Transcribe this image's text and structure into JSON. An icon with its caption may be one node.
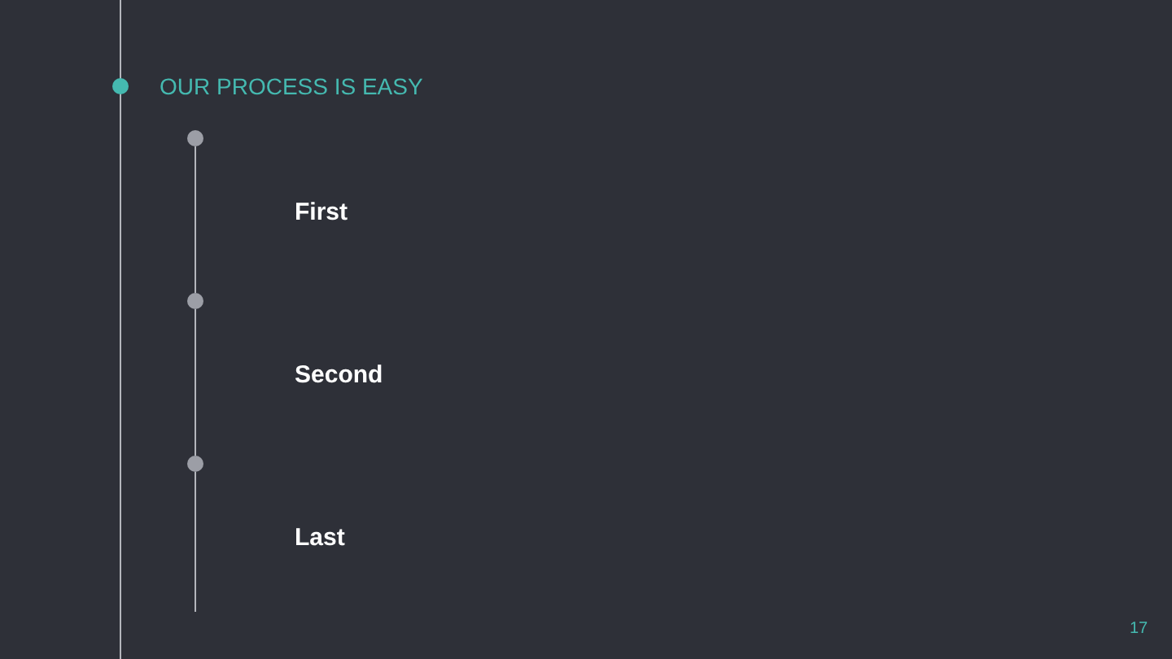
{
  "diagram": {
    "title": "OUR PROCESS IS EASY",
    "nodes": [
      {
        "text": [],
        "shape": "circle"
      },
      {
        "text": [],
        "shape": "circle"
      },
      {
        "text": [],
        "shape": "circle"
      }
    ],
    "edges": [
      {
        "from": 0,
        "to": 1,
        "arrow": "none"
      },
      {
        "from": 1,
        "to": 2,
        "arrow": "none"
      },
      {
        "from": 2,
        "to": null,
        "arrow": "none"
      }
    ],
    "labels": [
      "First",
      "Second",
      "Last",
      "17"
    ]
  }
}
